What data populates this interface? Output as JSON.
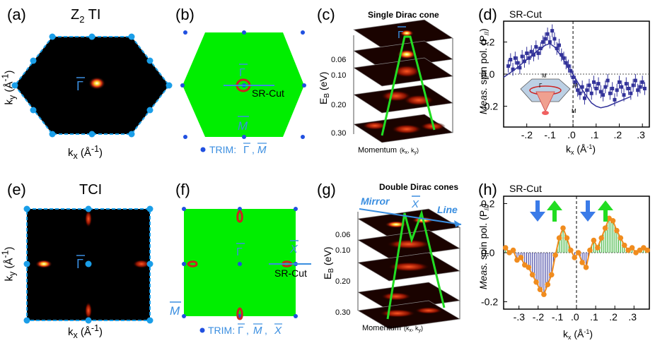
{
  "panels": {
    "a": {
      "label": "(a)",
      "title": "Z",
      "title_sub": "2",
      "title_rest": " TI",
      "ky": "k",
      "ky_sub": "y",
      "ky_unit": " (Å",
      "ky_exp": "-1",
      "ky_close": ")",
      "kx": "k",
      "kx_sub": "x",
      "kx_unit": " (Å",
      "kx_exp": "-1",
      "kx_close": ")",
      "gamma": "Γ"
    },
    "b": {
      "label": "(b)",
      "gamma": "Γ",
      "m": "M",
      "cut": "SR-Cut",
      "trim": "TRIM:",
      "trim_g": "Γ",
      "trim_sep": ",",
      "trim_m": "M"
    },
    "c": {
      "label": "(c)",
      "title": "Single Dirac cone",
      "gamma": "Γ",
      "eb": "E",
      "eb_sub": "B",
      "eb_unit": " (eV)",
      "ticks": [
        "0.06",
        "0.10",
        "0.20",
        "0.30"
      ],
      "momentum": "Momentum",
      "mom_sub": "(k",
      "mom_x": "x",
      "mom_sep": ", k",
      "mom_y": "y",
      "mom_close": ")"
    },
    "d": {
      "label": "(d)",
      "cut": "SR-Cut",
      "ylabel_it": "Meas.",
      "ylabel": " spin pol. (P",
      "ylabel_sub": "//",
      "ylabel_close": ")",
      "xlabel": "k",
      "xlabel_sub": "x",
      "xlabel_unit": " (Å",
      "xlabel_exp": "-1",
      "xlabel_close": ")",
      "inset_m1": "M",
      "inset_m2": "M",
      "inset_m3": "M",
      "inset_g": "Γ"
    },
    "e": {
      "label": "(e)",
      "title": "TCI",
      "ky": "k",
      "ky_sub": "y",
      "ky_unit": " (Å",
      "ky_exp": "-1",
      "ky_close": ")",
      "kx": "k",
      "kx_sub": "x",
      "kx_unit": " (Å",
      "kx_exp": "-1",
      "kx_close": ")",
      "gamma": "Γ"
    },
    "f": {
      "label": "(f)",
      "gamma": "Γ",
      "x": "X",
      "m": "M",
      "cut": "SR-Cut",
      "trim": "TRIM:",
      "trim_g": "Γ",
      "trim_sep1": ",",
      "trim_m": "M",
      "trim_sep2": ",",
      "trim_x": "X"
    },
    "g": {
      "label": "(g)",
      "title": "Double Dirac cones",
      "mirror": "Mirror",
      "x": "X",
      "line": "Line",
      "eb": "E",
      "eb_sub": "B",
      "eb_unit": " (eV)",
      "ticks": [
        "0.06",
        "0.10",
        "0.20",
        "0.30"
      ],
      "momentum": "Momentum",
      "mom_sub": "(k",
      "mom_x": "x",
      "mom_sep": ", k",
      "mom_y": "y",
      "mom_close": ")"
    },
    "h": {
      "label": "(h)",
      "cut": "SR-Cut",
      "ylabel_it": "Meas.",
      "ylabel": " spin pol. (P",
      "ylabel_sub": "//",
      "ylabel_close": ")",
      "xlabel": "k",
      "xlabel_sub": "x",
      "xlabel_unit": " (Å",
      "xlabel_exp": "-1",
      "xlabel_close": ")"
    }
  },
  "colors": {
    "bz_fill": "#00ee00",
    "dot": "#1a9ee8",
    "trim_dot": "#2050e0",
    "dirac_line": "#22dd22",
    "spin_blue": "#33339a",
    "spin_orange": "#f08c1e",
    "arrow_blue": "#3a7be8",
    "arrow_green": "#22dd22",
    "contour_red": "#cc2222",
    "label_blue": "#3a8ee0"
  },
  "chart_data": [
    {
      "type": "scatter",
      "panel": "d",
      "title": "",
      "xlabel": "kx (Å-1)",
      "ylabel": "Meas. spin pol. (P//)",
      "xlim": [
        -0.3,
        0.33
      ],
      "ylim": [
        -0.33,
        0.33
      ],
      "xticks": [
        -0.2,
        -0.1,
        0.0,
        0.1,
        0.2,
        0.3
      ],
      "xtick_labels": [
        "-.2",
        "-.1",
        ".0",
        ".1",
        ".2",
        ".3"
      ],
      "yticks": [
        -0.2,
        0.0,
        0.2
      ],
      "ytick_labels": [
        "-0.2",
        "0.0",
        "0.2"
      ],
      "series": [
        {
          "kind": "points_with_errorbars",
          "x": [
            -0.28,
            -0.27,
            -0.26,
            -0.25,
            -0.24,
            -0.23,
            -0.22,
            -0.21,
            -0.2,
            -0.19,
            -0.18,
            -0.17,
            -0.16,
            -0.15,
            -0.14,
            -0.13,
            -0.12,
            -0.11,
            -0.1,
            -0.09,
            -0.08,
            -0.07,
            -0.06,
            -0.05,
            -0.04,
            -0.03,
            -0.02,
            -0.01,
            0.0,
            0.01,
            0.02,
            0.03,
            0.04,
            0.05,
            0.06,
            0.07,
            0.08,
            0.09,
            0.1,
            0.11,
            0.12,
            0.13,
            0.14,
            0.15,
            0.16,
            0.17,
            0.18,
            0.19,
            0.2,
            0.21,
            0.22,
            0.23,
            0.24,
            0.25,
            0.26,
            0.27,
            0.28,
            0.29,
            0.3,
            0.31
          ],
          "y": [
            0.05,
            0.09,
            0.03,
            0.1,
            0.07,
            0.04,
            0.11,
            0.08,
            0.13,
            0.1,
            0.14,
            0.12,
            0.17,
            0.13,
            0.16,
            0.2,
            0.22,
            0.25,
            0.2,
            0.27,
            0.22,
            0.16,
            0.18,
            0.12,
            0.1,
            0.07,
            0.05,
            0.02,
            -0.02,
            -0.05,
            -0.1,
            -0.12,
            -0.08,
            -0.15,
            -0.1,
            -0.07,
            -0.12,
            -0.05,
            -0.09,
            -0.06,
            -0.11,
            -0.13,
            -0.08,
            -0.04,
            -0.12,
            -0.09,
            -0.16,
            -0.1,
            -0.05,
            -0.08,
            -0.13,
            -0.06,
            -0.09,
            -0.12,
            -0.07,
            -0.04,
            -0.1,
            -0.08,
            -0.05,
            -0.09
          ],
          "err": 0.04
        },
        {
          "kind": "fit",
          "x": [
            -0.3,
            -0.25,
            -0.2,
            -0.15,
            -0.12,
            -0.1,
            -0.08,
            -0.05,
            -0.02,
            0.0,
            0.02,
            0.05,
            0.08,
            0.1,
            0.12,
            0.15,
            0.2,
            0.25
          ],
          "y": [
            -0.02,
            0.03,
            0.09,
            0.15,
            0.18,
            0.19,
            0.17,
            0.11,
            0.04,
            0.0,
            -0.05,
            -0.12,
            -0.18,
            -0.2,
            -0.21,
            -0.2,
            -0.17,
            -0.14
          ]
        }
      ]
    },
    {
      "type": "line",
      "panel": "h",
      "title": "",
      "xlabel": "kx (Å-1)",
      "ylabel": "Meas. spin pol. (P//)",
      "xlim": [
        -0.38,
        0.38
      ],
      "ylim": [
        -0.23,
        0.23
      ],
      "xticks": [
        -0.3,
        -0.2,
        -0.1,
        0.0,
        0.1,
        0.2,
        0.3
      ],
      "xtick_labels": [
        "-.3",
        "-.2",
        "-.1",
        ".0",
        ".1",
        ".2",
        ".3"
      ],
      "yticks": [
        -0.2,
        0.0,
        0.2
      ],
      "ytick_labels": [
        "-0.2",
        "0.0",
        "0.2"
      ],
      "x": [
        -0.37,
        -0.35,
        -0.33,
        -0.31,
        -0.29,
        -0.27,
        -0.25,
        -0.23,
        -0.21,
        -0.19,
        -0.17,
        -0.15,
        -0.13,
        -0.11,
        -0.09,
        -0.07,
        -0.05,
        -0.03,
        -0.01,
        0.01,
        0.03,
        0.05,
        0.07,
        0.09,
        0.11,
        0.13,
        0.15,
        0.17,
        0.19,
        0.21,
        0.23,
        0.25,
        0.27,
        0.29,
        0.31,
        0.33,
        0.35,
        0.37
      ],
      "y": [
        0.02,
        0.0,
        0.01,
        -0.03,
        -0.02,
        -0.05,
        -0.06,
        -0.09,
        -0.12,
        -0.15,
        -0.17,
        -0.13,
        -0.09,
        -0.01,
        0.06,
        0.1,
        0.06,
        0.01,
        -0.02,
        0.0,
        -0.04,
        -0.06,
        0.01,
        0.05,
        0.02,
        0.06,
        0.1,
        0.14,
        0.13,
        0.09,
        0.06,
        0.03,
        0.01,
        0.02,
        0.0,
        0.01,
        0.02,
        0.01
      ]
    }
  ]
}
